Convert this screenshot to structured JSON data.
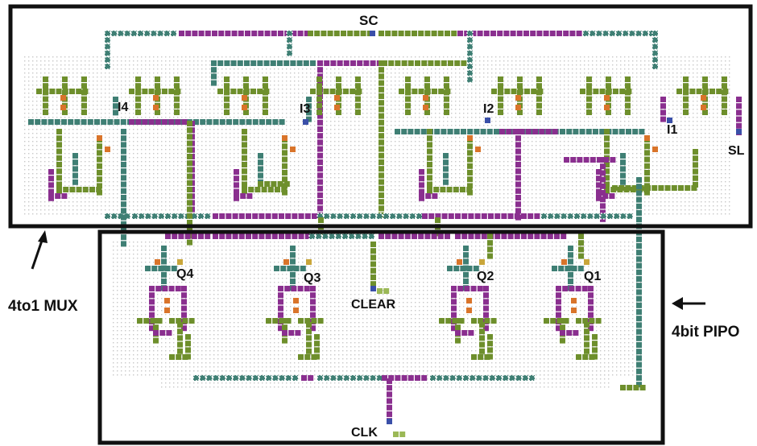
{
  "labels": {
    "sc": "SC",
    "i4": "I4",
    "i3": "I3",
    "i2": "I2",
    "i1": "I1",
    "sl": "SL",
    "q4": "Q4",
    "q3": "Q3",
    "q2": "Q2",
    "q1": "Q1",
    "clear": "CLEAR",
    "clk": "CLK",
    "mux_caption": "4to1 MUX",
    "pipo_caption": "4bit PIPO"
  },
  "colors": {
    "green": "#6e8f2c",
    "green_light": "#9bb856",
    "purple": "#8a2f8f",
    "teal": "#3f7f74",
    "cell_orange": "#d9742a",
    "cell_blue": "#3a4fa8",
    "cell_yellow": "#c9a63a",
    "border": "#111111",
    "dot": "#c8c8c8"
  }
}
